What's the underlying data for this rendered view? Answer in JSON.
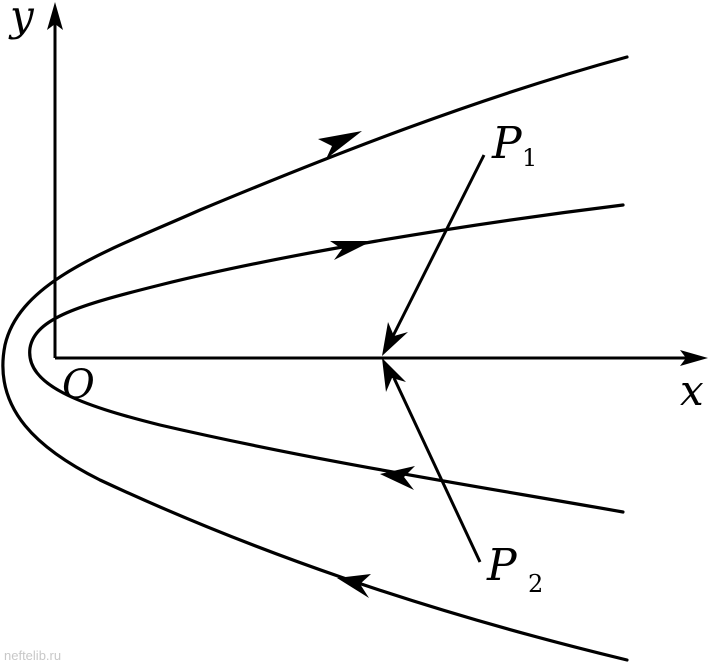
{
  "labels": {
    "y_axis": "y",
    "x_axis": "x",
    "origin": "O",
    "p1_main": "P",
    "p1_sub": "1",
    "p2_main": "P",
    "p2_sub": "2"
  },
  "watermark": "neftelib.ru",
  "colors": {
    "stroke": "#000000",
    "background": "#ffffff",
    "watermark": "#c8c8c8"
  }
}
